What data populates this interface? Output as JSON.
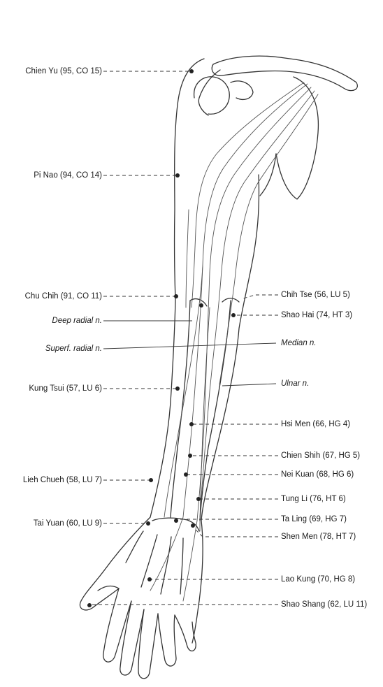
{
  "colors": {
    "ink": "#1a1a1a",
    "line": "#333333",
    "nerve": "#555555",
    "point": "#222222",
    "paper": "#ffffff"
  },
  "labels": {
    "chien_yu": "Chien Yu (95, CO 15)",
    "pi_nao": "Pi Nao (94, CO 14)",
    "chu_chih": "Chu Chih (91, CO 11)",
    "deep_radial": "Deep radial n.",
    "superf_radial": "Superf. radial n.",
    "kung_tsui": "Kung Tsui (57, LU 6)",
    "lieh_chueh": "Lieh Chueh (58, LU 7)",
    "tai_yuan": "Tai Yuan (60, LU 9)",
    "chih_tse": "Chih Tse (56, LU 5)",
    "shao_hai": "Shao Hai (74, HT 3)",
    "median": "Median n.",
    "ulnar": "Ulnar n.",
    "hsi_men": "Hsi Men (66, HG 4)",
    "chien_shih": "Chien Shih (67, HG 5)",
    "nei_kuan": "Nei Kuan (68, HG 6)",
    "tung_li": "Tung Li (76, HT 6)",
    "ta_ling": "Ta Ling (69, HG 7)",
    "shen_men": "Shen Men (78, HT 7)",
    "lao_kung": "Lao Kung (70, HG 8)",
    "shao_shang": "Shao Shang (62, LU 11)"
  }
}
